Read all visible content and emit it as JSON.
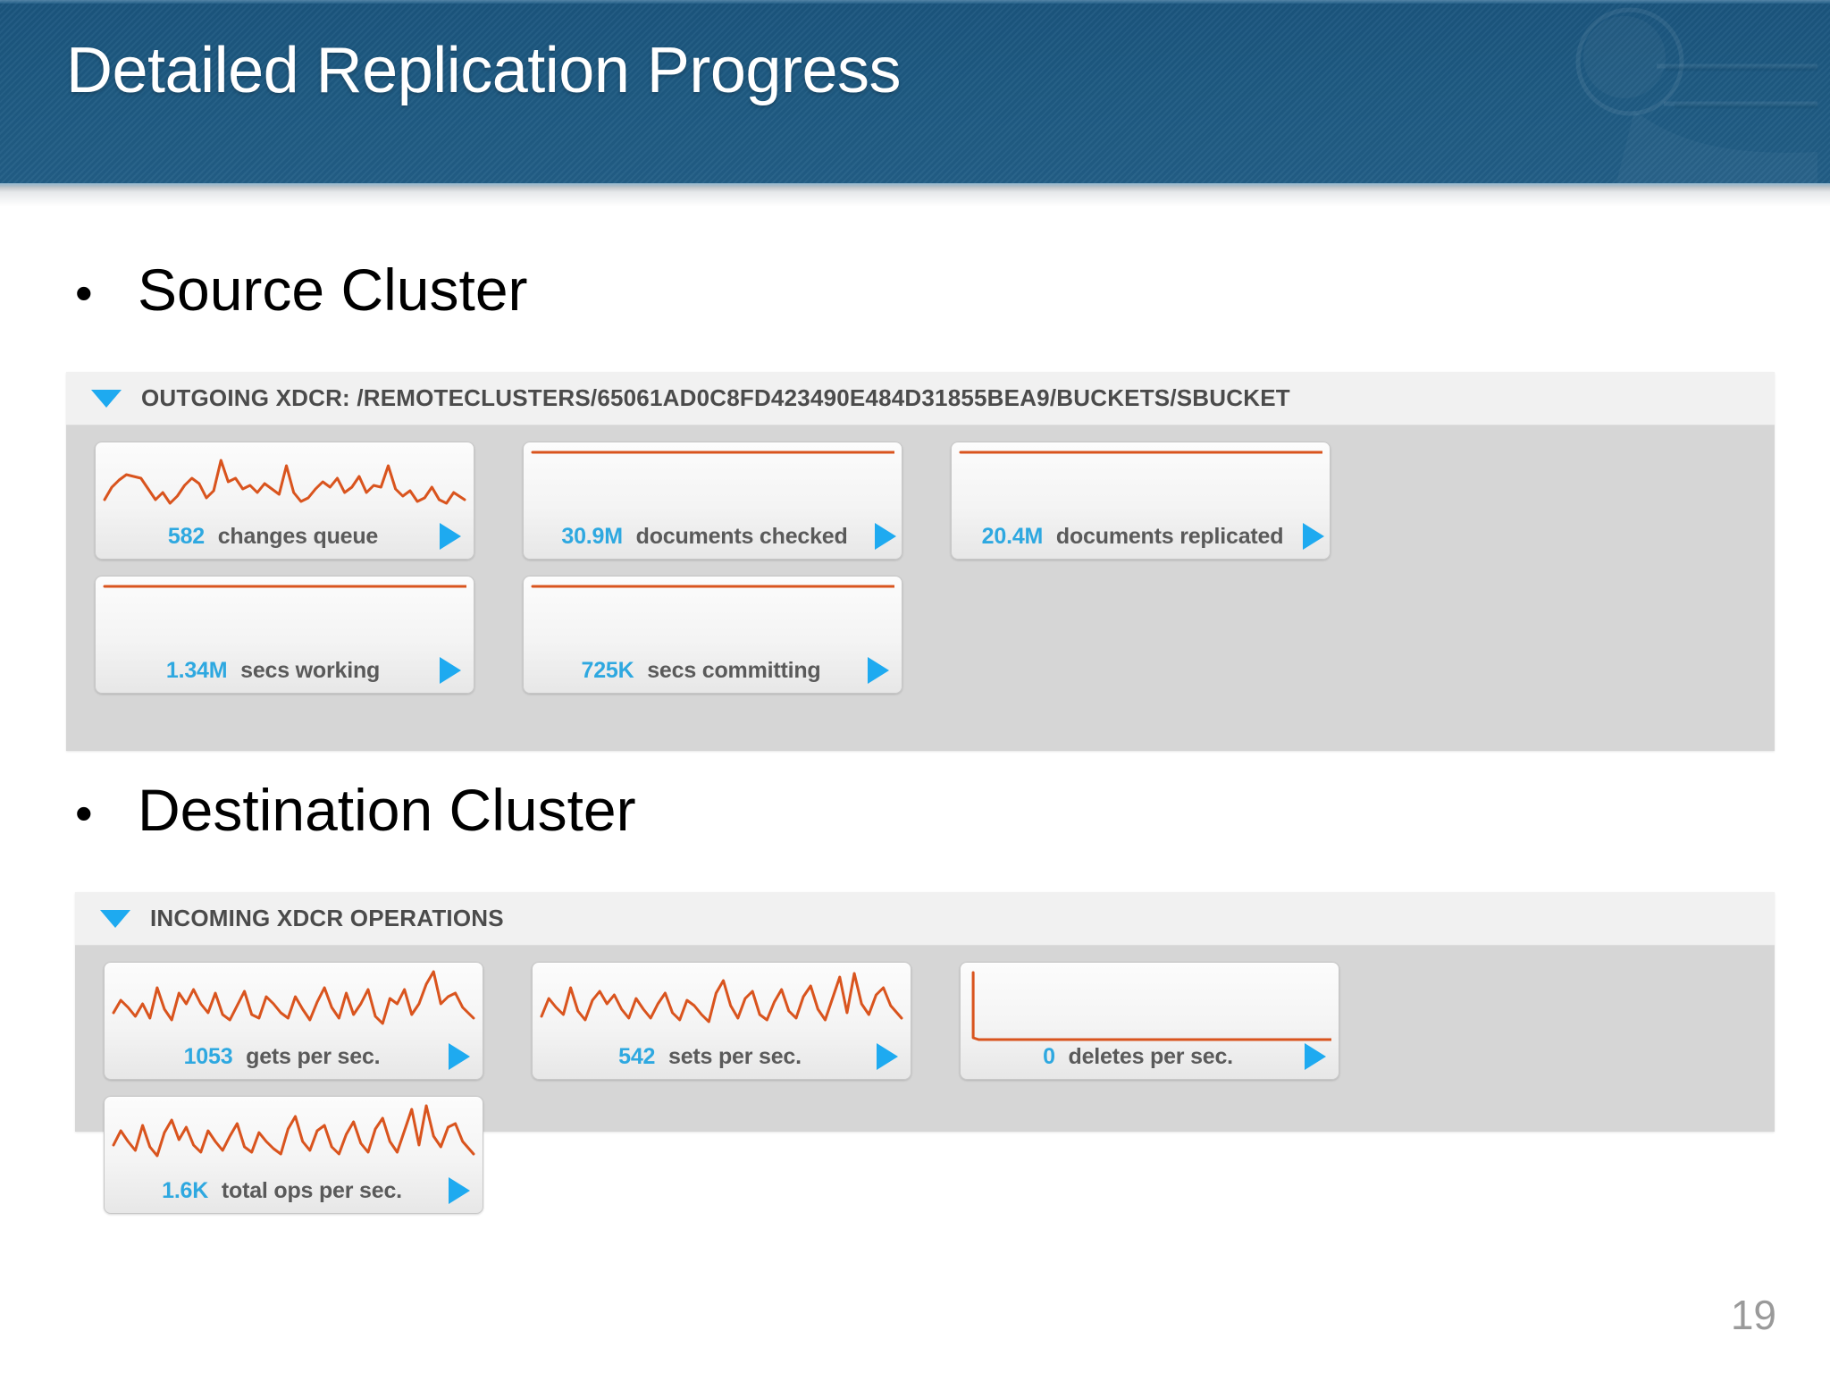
{
  "slide": {
    "title": "Detailed Replication Progress",
    "page_number": "19",
    "header_color": "#1e5a82",
    "accent_blue": "#1eaaf0",
    "graph_orange": "#d9541e"
  },
  "bullets": [
    {
      "marker": "•",
      "text": "Source Cluster"
    },
    {
      "marker": "•",
      "text": "Destination Cluster"
    }
  ],
  "panels": [
    {
      "id": "outgoing",
      "title": "OUTGOING XDCR: /REMOTECLUSTERS/65061AD0C8FD423490E484D31855BEA9/BUCKETS/SBUCKET",
      "collapse_icon": "caret-down-icon",
      "tiles": [
        {
          "value": "582",
          "label": "changes queue",
          "graph": "noisy"
        },
        {
          "value": "30.9M",
          "label": "documents checked",
          "graph": "flat-top"
        },
        {
          "value": "20.4M",
          "label": "documents replicated",
          "graph": "flat-top"
        },
        {
          "value": "1.34M",
          "label": "secs working",
          "graph": "flat-top"
        },
        {
          "value": "725K",
          "label": "secs committing",
          "graph": "flat-top"
        }
      ]
    },
    {
      "id": "incoming",
      "title": "INCOMING XDCR OPERATIONS",
      "collapse_icon": "caret-down-icon",
      "tiles": [
        {
          "value": "1053",
          "label": "gets per sec.",
          "graph": "noisy"
        },
        {
          "value": "542",
          "label": "sets per sec.",
          "graph": "noisy"
        },
        {
          "value": "0",
          "label": "deletes per sec.",
          "graph": "zero-drop"
        },
        {
          "value": "1.6K",
          "label": "total ops per sec.",
          "graph": "noisy"
        }
      ]
    }
  ],
  "chart_data": [
    {
      "type": "line",
      "title": "582 changes queue",
      "ylabel": "changes queue",
      "series": [
        {
          "name": "changes queue",
          "values": [
            28,
            34,
            46,
            52,
            50,
            48,
            30,
            18,
            26,
            14,
            22,
            34,
            44,
            36,
            20,
            26,
            70,
            40,
            44,
            30,
            34,
            26,
            36,
            30,
            24,
            60,
            22,
            16,
            20,
            30,
            40,
            34,
            46,
            28,
            34,
            48,
            26,
            36,
            34,
            60,
            30,
            24,
            32,
            18,
            22,
            34,
            20,
            16,
            28,
            20
          ]
        }
      ]
    },
    {
      "type": "line",
      "title": "30.9M documents checked",
      "series": [
        {
          "name": "documents checked",
          "values": [
            100,
            100,
            100,
            100,
            100,
            100,
            100,
            100,
            100,
            100
          ]
        }
      ]
    },
    {
      "type": "line",
      "title": "20.4M documents replicated",
      "series": [
        {
          "name": "documents replicated",
          "values": [
            100,
            100,
            100,
            100,
            100,
            100,
            100,
            100,
            100,
            100
          ]
        }
      ]
    },
    {
      "type": "line",
      "title": "1.34M secs working",
      "series": [
        {
          "name": "secs working",
          "values": [
            100,
            100,
            100,
            100,
            100,
            100,
            100,
            100,
            100,
            100
          ]
        }
      ]
    },
    {
      "type": "line",
      "title": "725K secs committing",
      "series": [
        {
          "name": "secs committing",
          "values": [
            100,
            100,
            100,
            100,
            100,
            100,
            100,
            100,
            100,
            100
          ]
        }
      ]
    },
    {
      "type": "line",
      "title": "1053 gets per sec.",
      "series": [
        {
          "name": "gets per sec.",
          "values": [
            34,
            48,
            40,
            30,
            44,
            28,
            66,
            38,
            26,
            58,
            46,
            62,
            44,
            36,
            58,
            34,
            26,
            42,
            56,
            34,
            30,
            52,
            44,
            36,
            30,
            52,
            38,
            28,
            46,
            64,
            40,
            30,
            56,
            34,
            44,
            60,
            32,
            24,
            50,
            44,
            60,
            34,
            46,
            70,
            96,
            44,
            52,
            56,
            40,
            30
          ]
        }
      ]
    },
    {
      "type": "line",
      "title": "542 sets per sec.",
      "series": [
        {
          "name": "sets per sec.",
          "values": [
            32,
            52,
            44,
            34,
            66,
            38,
            28,
            50,
            60,
            48,
            56,
            40,
            30,
            52,
            40,
            30,
            44,
            58,
            36,
            28,
            50,
            44,
            34,
            26,
            58,
            72,
            44,
            30,
            52,
            60,
            34,
            26,
            48,
            62,
            38,
            30,
            54,
            66,
            40,
            28,
            52,
            74,
            36,
            86,
            46,
            34,
            58,
            66,
            44,
            30
          ]
        }
      ]
    },
    {
      "type": "line",
      "title": "0 deletes per sec.",
      "series": [
        {
          "name": "deletes per sec.",
          "values": [
            100,
            0,
            0,
            0,
            0,
            0,
            0,
            0,
            0,
            0
          ]
        }
      ]
    },
    {
      "type": "line",
      "title": "1.6K total ops per sec.",
      "series": [
        {
          "name": "total ops per sec.",
          "values": [
            40,
            54,
            42,
            32,
            60,
            34,
            26,
            52,
            66,
            44,
            58,
            38,
            30,
            54,
            42,
            32,
            48,
            62,
            36,
            30,
            52,
            46,
            34,
            28,
            56,
            70,
            42,
            32,
            54,
            60,
            36,
            28,
            50,
            64,
            40,
            30,
            56,
            68,
            42,
            30,
            54,
            76,
            38,
            88,
            48,
            36,
            60,
            68,
            46,
            32
          ]
        }
      ]
    }
  ]
}
